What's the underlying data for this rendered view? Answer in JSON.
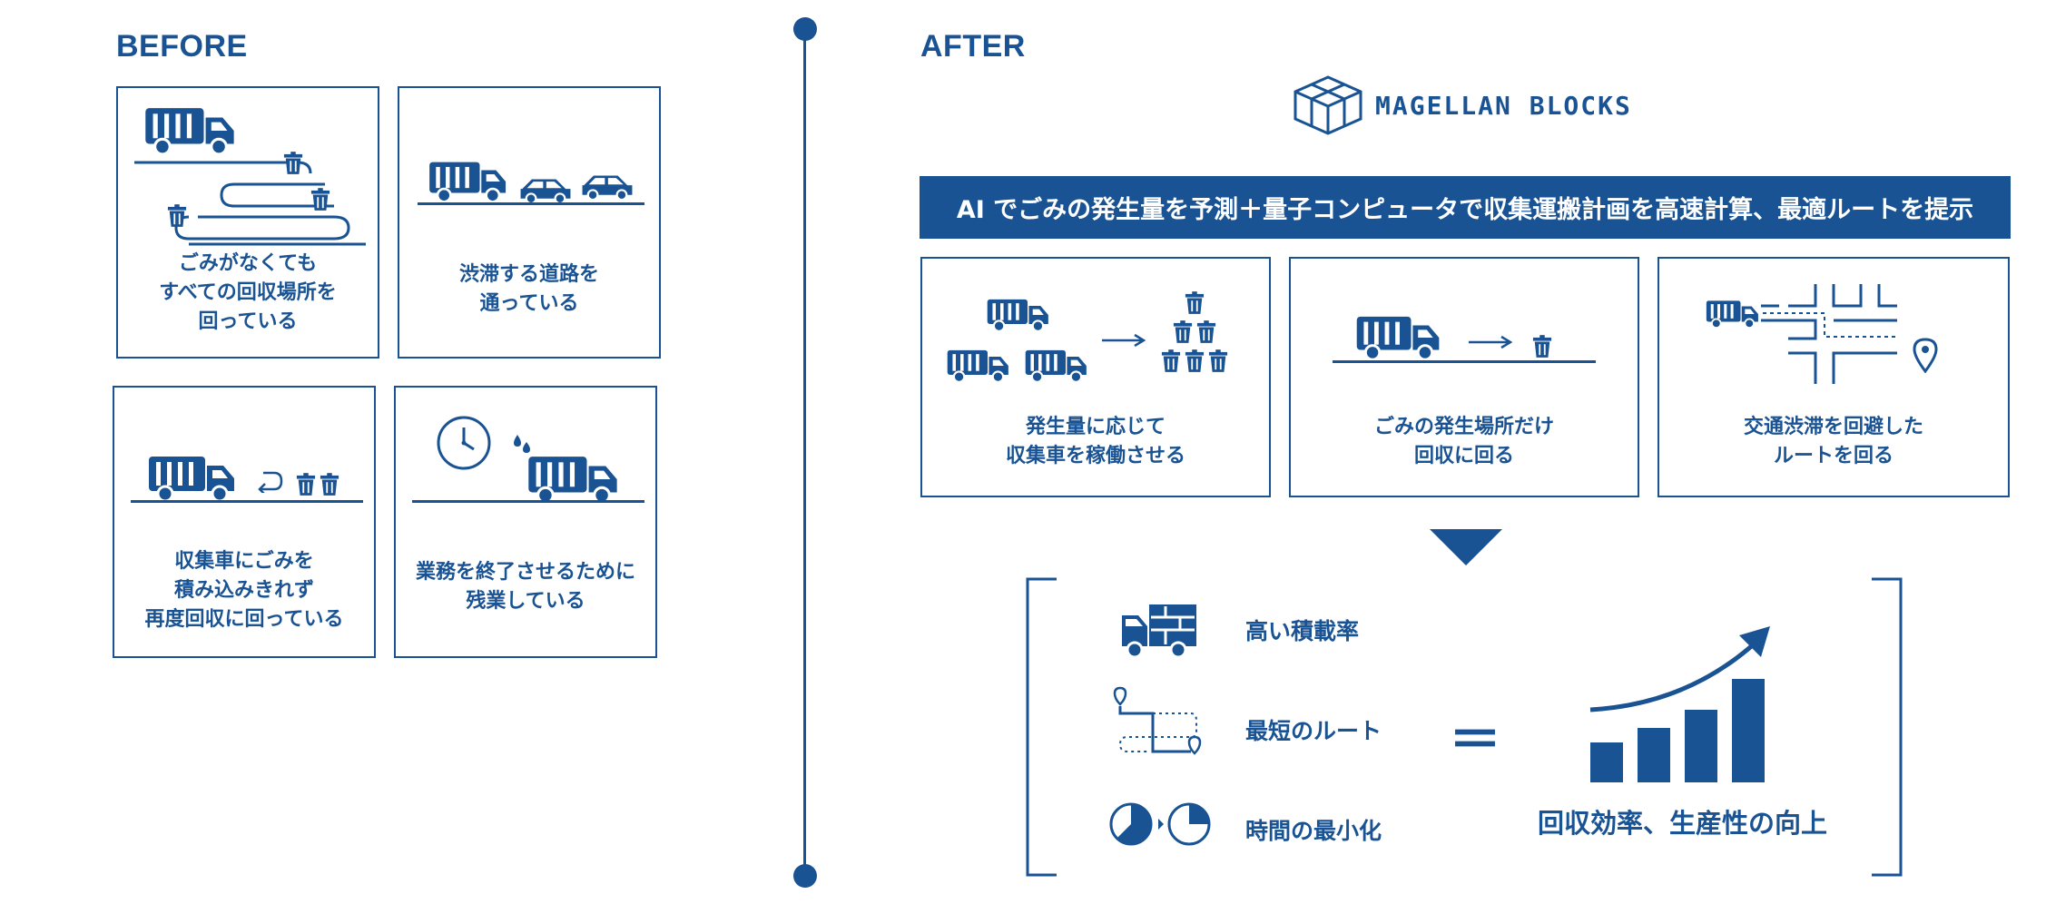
{
  "before": {
    "heading": "BEFORE",
    "panels": [
      {
        "caption": "ごみがなくても\nすべての回収場所を\n回っている"
      },
      {
        "caption": "渋滞する道路を\n通っている"
      },
      {
        "caption": "収集車にごみを\n積み込みきれず\n再度回収に回っている"
      },
      {
        "caption": "業務を終了させるために\n残業している"
      }
    ]
  },
  "after": {
    "heading": "AFTER",
    "logo": "MAGELLAN BLOCKS",
    "banner": "AI でごみの発生量を予測＋量子コンピュータで収集運搬計画を高速計算、最適ルートを提示",
    "panels": [
      {
        "caption": "発生量に応じて\n収集車を稼働させる"
      },
      {
        "caption": "ごみの発生場所だけ\n回収に回る"
      },
      {
        "caption": "交通渋滞を回避した\nルートを回る"
      }
    ],
    "benefits": [
      "高い積載率",
      "最短のルート",
      "時間の最小化"
    ],
    "equals": "＝",
    "result": "回収効率、生産性の向上"
  },
  "colors": {
    "primary": "#1a5393",
    "background": "#ffffff",
    "banner_text": "#ffffff"
  },
  "icons": [
    "garbage-truck-icon",
    "trash-can-icon",
    "car-icon",
    "clock-icon",
    "sweat-drop-icon",
    "arrow-right-icon",
    "return-arrow-icon",
    "map-pin-icon",
    "route-icon",
    "loaded-truck-icon",
    "pie-timer-icon",
    "down-triangle-icon",
    "growth-bar-chart-icon"
  ]
}
